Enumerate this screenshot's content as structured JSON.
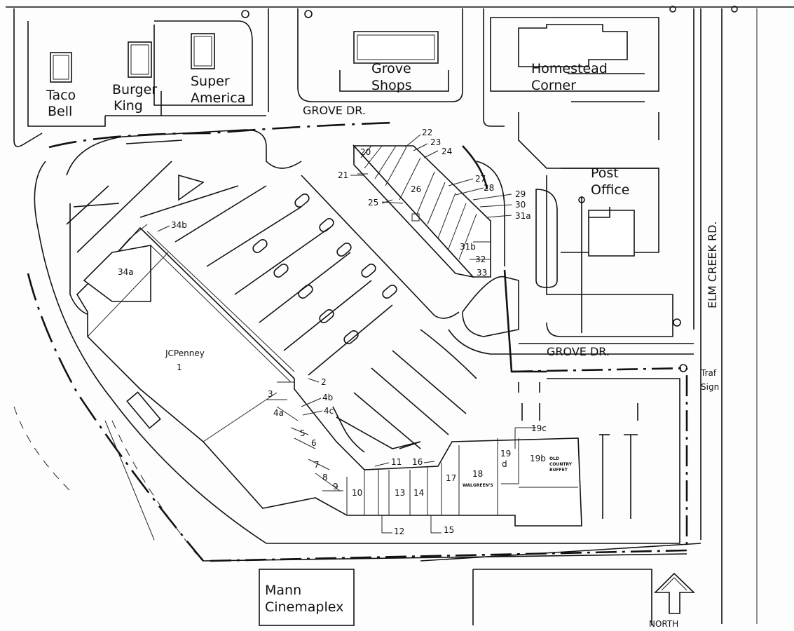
{
  "places": {
    "taco_line1": "Taco",
    "taco_line2": "Bell",
    "burger_line1": "Burger",
    "burger_line2": "King",
    "super_line1": "Super",
    "super_line2": "America",
    "grove_line1": "Grove",
    "grove_line2": "Shops",
    "homestead_line1": "Homestead",
    "homestead_line2": "Corner",
    "post_line1": "Post",
    "post_line2": "Office",
    "mann_line1": "Mann",
    "mann_line2": "Cinemaplex",
    "traffic_line1": "Traf",
    "traffic_line2": "Sign",
    "jcpenney_name": "JCPenney",
    "jcpenney_num": "1",
    "walgreens": "WALGREEN'S",
    "ocb_line1": "OLD",
    "ocb_line2": "COUNTRY",
    "ocb_line3": "BUFFET"
  },
  "roads": {
    "grove_dr_north": "GROVE DR.",
    "grove_dr_south": "GROVE DR.",
    "elm_creek": "ELM CREEK RD."
  },
  "compass": {
    "label": "NORTH"
  },
  "units": {
    "u2": "2",
    "u3": "3",
    "u4a": "4a",
    "u4b": "4b",
    "u4c": "4c",
    "u5": "5",
    "u6": "6",
    "u7": "7",
    "u8": "8",
    "u9": "9",
    "u10": "10",
    "u11": "11",
    "u12": "12",
    "u13": "13",
    "u14": "14",
    "u15": "15",
    "u16": "16",
    "u17": "17",
    "u18": "18",
    "u19b": "19b",
    "u19c": "19c",
    "u19d_1": "19",
    "u19d_2": "d",
    "u20": "20",
    "u21": "21",
    "u22": "22",
    "u23": "23",
    "u24": "24",
    "u25": "25",
    "u26": "26",
    "u27": "27",
    "u28": "28",
    "u29": "29",
    "u30": "30",
    "u31a": "31a",
    "u31b": "31b",
    "u32": "32",
    "u33": "33",
    "u34a": "34a",
    "u34b": "34b"
  }
}
